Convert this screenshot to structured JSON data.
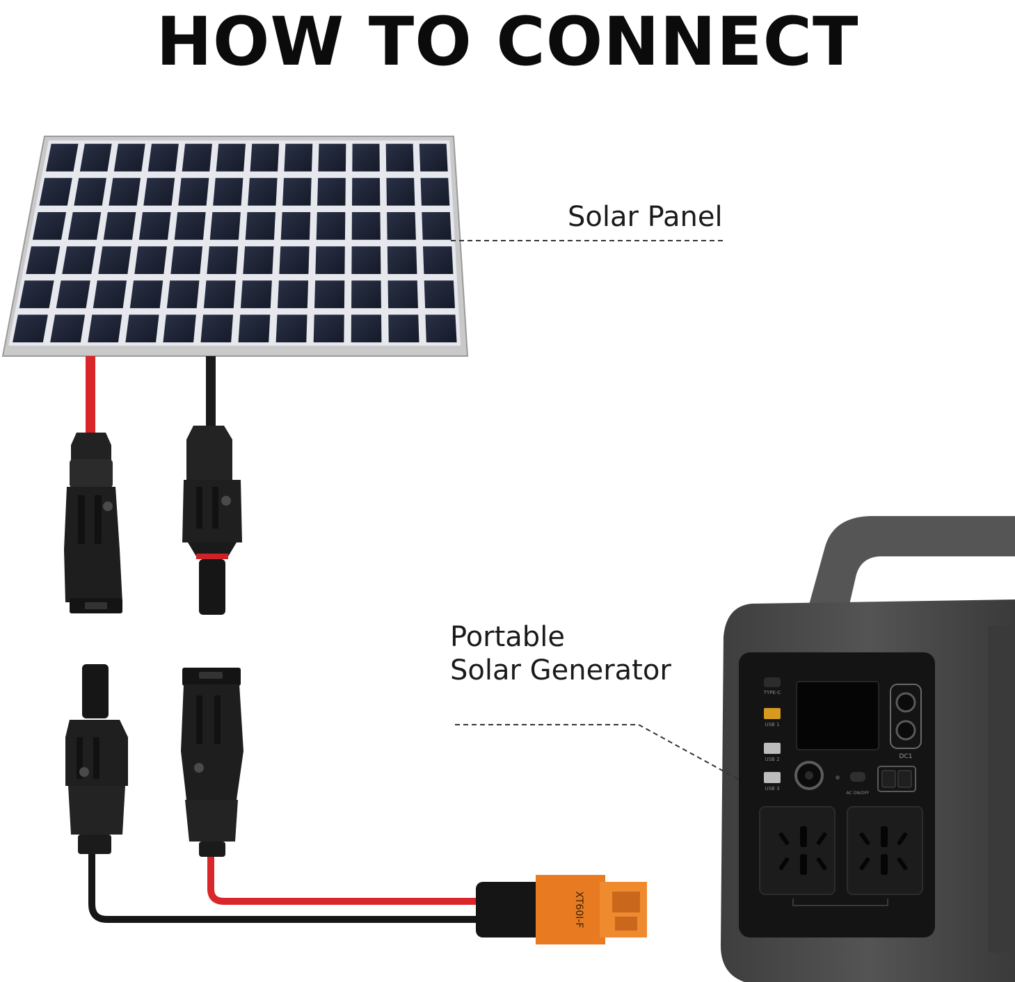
{
  "title": "HOW TO CONNECT",
  "labels": {
    "solar_panel": "Solar Panel",
    "generator_line1": "Portable",
    "generator_line2": "Solar Generator"
  },
  "generator": {
    "ports": {
      "usb_c": "TYPE-C",
      "usb1": "USB 1",
      "usb2": "USB 2",
      "usb3": "USB 3",
      "dc": "DC1",
      "ac_switch": "AC ON/OFF"
    }
  },
  "adapter": {
    "marking": "XT60I-F"
  },
  "colors": {
    "positive_wire": "#d8262b",
    "negative_wire": "#161616",
    "adapter_orange": "#e87b22",
    "panel_cell": "#1d2436",
    "generator_body": "#4a4a4a"
  }
}
